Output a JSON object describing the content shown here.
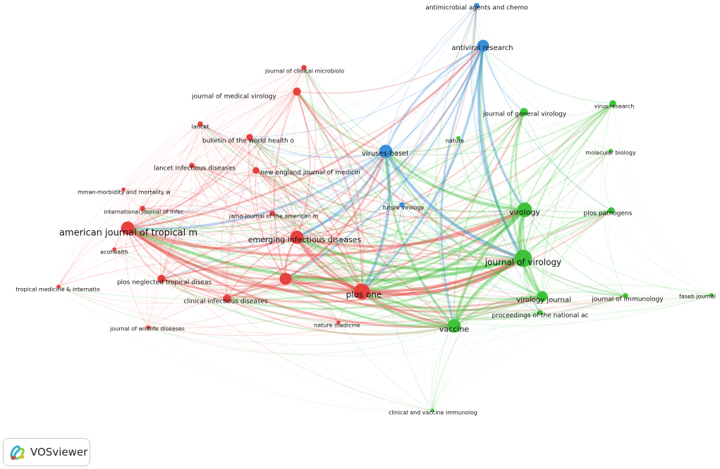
{
  "colors": {
    "cluster1": "#e8403e",
    "cluster2": "#3ec23a",
    "cluster3": "#3a8fd8"
  },
  "nodes": [
    {
      "id": "ajtm",
      "label": "american journal of tropical m",
      "cluster": 1,
      "weight": 10
    },
    {
      "id": "eid",
      "label": "emerging infectious diseases",
      "cluster": 1,
      "weight": 10
    },
    {
      "id": "plosone",
      "label": "plos one",
      "cluster": 1,
      "weight": 12
    },
    {
      "id": "jmv",
      "label": "journal of medical virology",
      "cluster": 1,
      "weight": 6
    },
    {
      "id": "jcm",
      "label": "journal of clinical microbiolo",
      "cluster": 1,
      "weight": 4
    },
    {
      "id": "lancet",
      "label": "lancet",
      "cluster": 1,
      "weight": 4
    },
    {
      "id": "bwho",
      "label": "bulletin of the world health o",
      "cluster": 1,
      "weight": 5
    },
    {
      "id": "lid",
      "label": "lancet infectious diseases",
      "cluster": 1,
      "weight": 4
    },
    {
      "id": "nejm",
      "label": "new england journal of medicin",
      "cluster": 1,
      "weight": 5
    },
    {
      "id": "mmwr",
      "label": "mmwr-morbidity and mortality w",
      "cluster": 1,
      "weight": 3
    },
    {
      "id": "ijid",
      "label": "international journal of infec",
      "cluster": 1,
      "weight": 4
    },
    {
      "id": "jama",
      "label": "jama-journal of the american m",
      "cluster": 1,
      "weight": 4
    },
    {
      "id": "ecohealth",
      "label": "ecohealth",
      "cluster": 1,
      "weight": 3
    },
    {
      "id": "pntd",
      "label": "plos neglected tropical diseas",
      "cluster": 1,
      "weight": 6
    },
    {
      "id": "tmih",
      "label": "tropical medicine & internatio",
      "cluster": 1,
      "weight": 3
    },
    {
      "id": "cid",
      "label": "clinical infectious diseases",
      "cluster": 1,
      "weight": 6
    },
    {
      "id": "jwd",
      "label": "journal of wildlife diseases",
      "cluster": 1,
      "weight": 3
    },
    {
      "id": "natmed",
      "label": "nature medicine",
      "cluster": 1,
      "weight": 3
    },
    {
      "id": "hub",
      "label": "",
      "cluster": 1,
      "weight": 9
    },
    {
      "id": "amac",
      "label": "antimicrobial agents and chemo",
      "cluster": 3,
      "weight": 4
    },
    {
      "id": "avr",
      "label": "antiviral research",
      "cluster": 3,
      "weight": 9
    },
    {
      "id": "vb",
      "label": "viruses-basel",
      "cluster": 3,
      "weight": 10
    },
    {
      "id": "fv",
      "label": "future virology",
      "cluster": 3,
      "weight": 4
    },
    {
      "id": "jgv",
      "label": "journal of general virology",
      "cluster": 2,
      "weight": 6
    },
    {
      "id": "nature",
      "label": "nature",
      "cluster": 2,
      "weight": 3
    },
    {
      "id": "vr",
      "label": "virus research",
      "cluster": 2,
      "weight": 5
    },
    {
      "id": "molbio",
      "label": "molecular biology",
      "cluster": 2,
      "weight": 3
    },
    {
      "id": "virology",
      "label": "virology",
      "cluster": 2,
      "weight": 11
    },
    {
      "id": "plospath",
      "label": "plos pathogens",
      "cluster": 2,
      "weight": 5
    },
    {
      "id": "jvir",
      "label": "journal of virology",
      "cluster": 2,
      "weight": 13
    },
    {
      "id": "vj",
      "label": "virology journal",
      "cluster": 2,
      "weight": 8
    },
    {
      "id": "jimm",
      "label": "journal of immunology",
      "cluster": 2,
      "weight": 4
    },
    {
      "id": "faseb",
      "label": "faseb journal",
      "cluster": 2,
      "weight": 3
    },
    {
      "id": "pnas",
      "label": "proceedings of the national ac",
      "cluster": 2,
      "weight": 4
    },
    {
      "id": "vaccine",
      "label": "vaccine",
      "cluster": 2,
      "weight": 10
    },
    {
      "id": "cvi",
      "label": "clinical and vaccine immunolog",
      "cluster": 2,
      "weight": 3
    }
  ],
  "brand": {
    "name": "VOSviewer",
    "icon": "vosviewer-logo-icon"
  }
}
